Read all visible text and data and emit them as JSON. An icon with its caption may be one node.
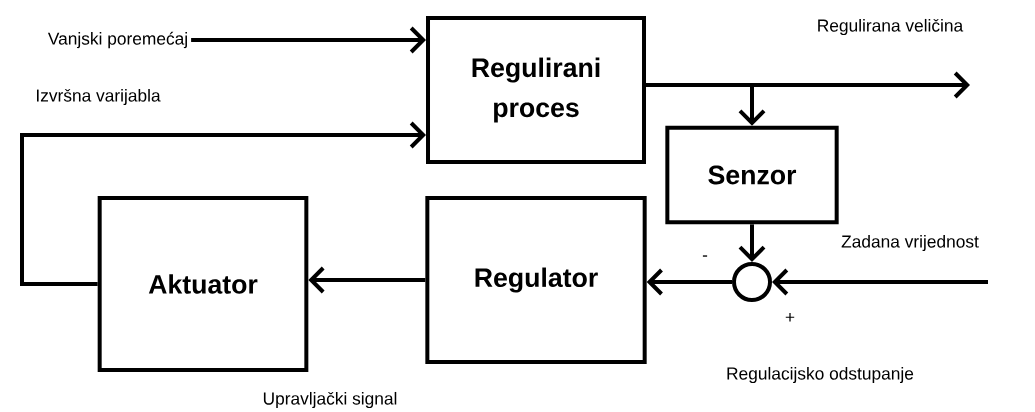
{
  "diagram": {
    "nodes": [
      {
        "text": [
          "Regulirani proces"
        ]
      },
      {
        "text": [
          "Senzor"
        ]
      },
      {
        "text": [
          "Aktuator"
        ]
      },
      {
        "text": [
          "Regulator"
        ]
      },
      {
        "text": [],
        "shape": "circle"
      },
      {
        "text": [
          "Vanjski poremećaj"
        ]
      }
    ],
    "edges": [
      {
        "from": 5,
        "to": 0,
        "arrow": "to"
      },
      {
        "from": 2,
        "to": 0,
        "arrow": "to"
      },
      {
        "from": 3,
        "to": 2,
        "arrow": "to"
      },
      {
        "from": 4,
        "to": 3,
        "arrow": "to"
      },
      {
        "from": 1,
        "to": 4,
        "arrow": "to"
      },
      {
        "from": null,
        "to": 4,
        "arrow": "to"
      },
      {
        "from": 0,
        "to": null,
        "arrow": "to"
      },
      {
        "from": 0,
        "to": 1,
        "arrow": "to"
      }
    ],
    "labels": [
      "Regulirana veličina",
      "Izvršna varijabla",
      "Zadana vrijednost",
      "-",
      "+",
      "Regulacijsko odstupanje",
      "Upravljački signal"
    ]
  }
}
